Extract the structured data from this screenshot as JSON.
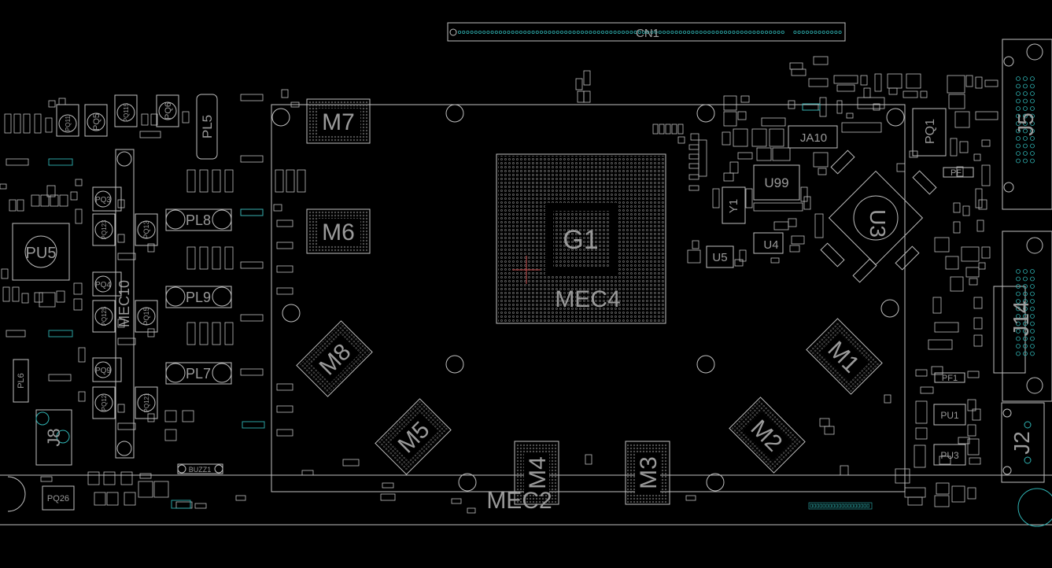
{
  "board": {
    "background": "#000000",
    "outline_color": "#bfbfbf",
    "accent_color": "#2fb3b3",
    "label_color": "#9a9a9a",
    "marker_color": "#c84a4a"
  },
  "components": {
    "cn1": "CN1",
    "g1": "G1",
    "mec4": "MEC4",
    "mec2": "MEC2",
    "mec10": "MEC10",
    "m1": "M1",
    "m2": "M2",
    "m3": "M3",
    "m4": "M4",
    "m5": "M5",
    "m6": "M6",
    "m7": "M7",
    "m8": "M8",
    "u3": "U3",
    "u99": "U99",
    "u5": "U5",
    "u4": "U4",
    "y1": "Y1",
    "ja10": "JA10",
    "pq1": "PQ1",
    "pl5": "PL5",
    "pu5": "PU5",
    "pl8": "PL8",
    "pl9": "PL9",
    "pl7": "PL7",
    "pl6": "PL6",
    "j8": "J8",
    "j5": "J5",
    "j14": "J14",
    "j2": "J2",
    "pq26": "PQ26",
    "buzz1": "BUZZ1",
    "pq5": "PQ5",
    "pq6": "PQ6",
    "pq115": "PQ115",
    "pq11": "PQ11",
    "pq3": "PQ3",
    "pq123": "PQ123",
    "pq13": "PQ13",
    "pq4": "PQ4",
    "pq125": "PQ125",
    "pq15": "PQ15",
    "pq9": "PQ9",
    "pq12": "PQ12",
    "pq121": "PQ121",
    "pu1": "PU1",
    "pu3": "PU3",
    "pf1": "PF1",
    "pf": "PF"
  }
}
